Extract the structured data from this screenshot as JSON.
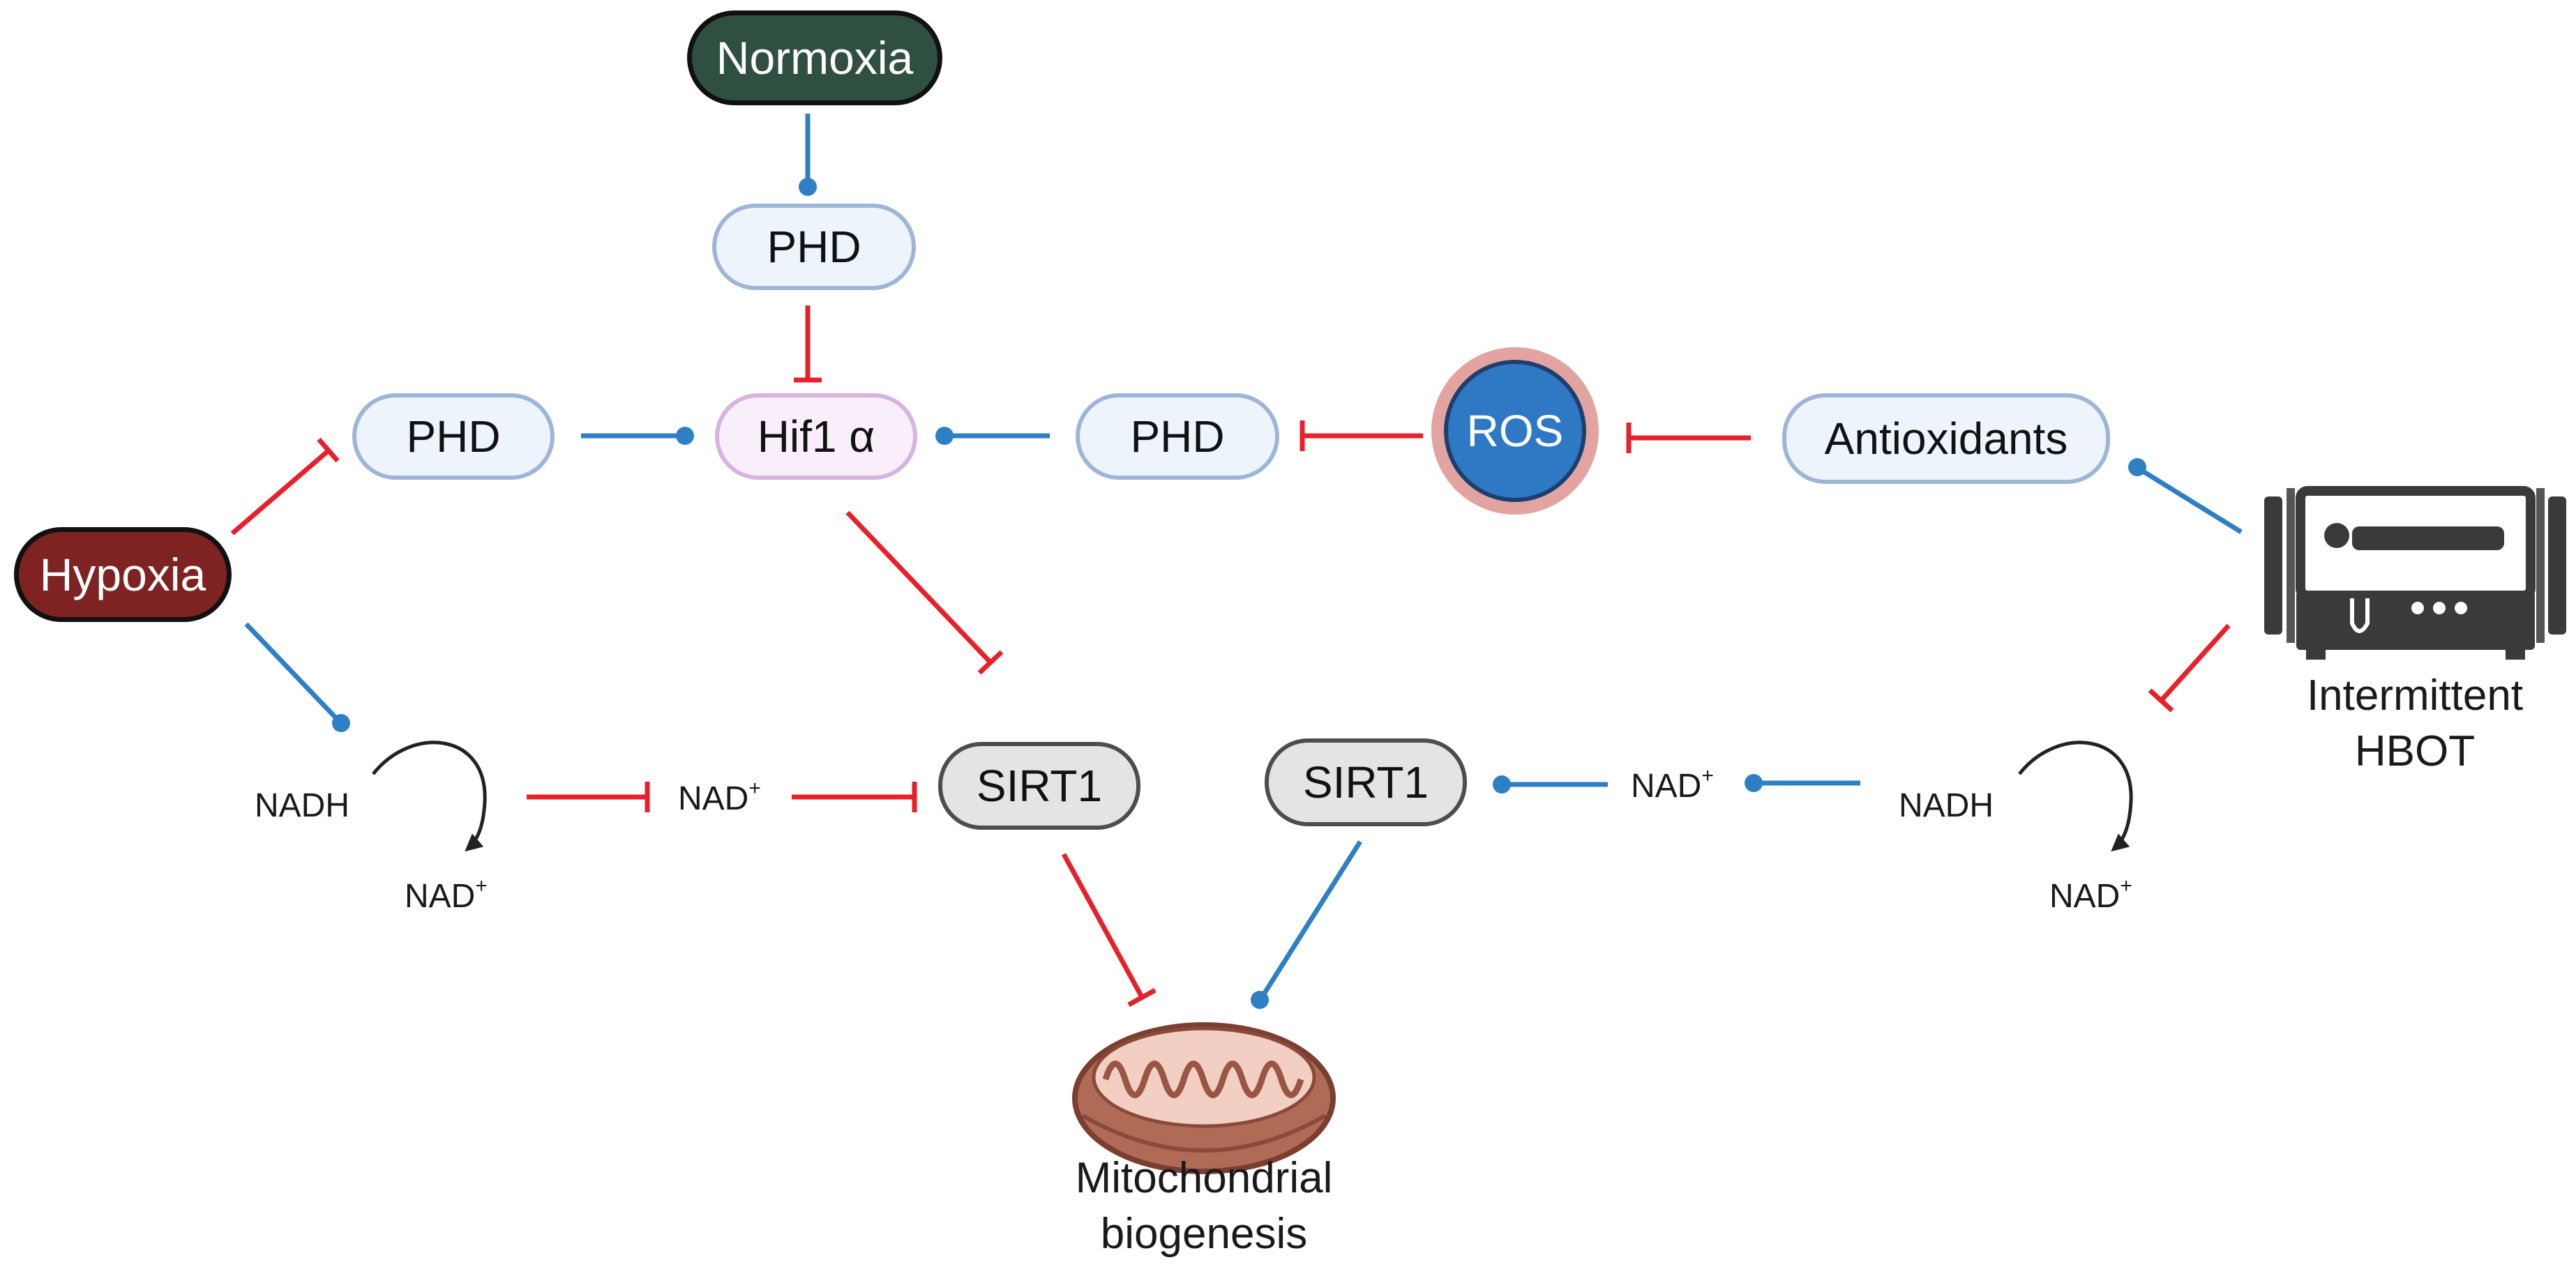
{
  "nodes": {
    "normoxia": "Normoxia",
    "phd_top": "PHD",
    "phd_left": "PHD",
    "hif1a": "Hif1 α",
    "phd_right": "PHD",
    "ros": "ROS",
    "antioxidants": "Antioxidants",
    "hypoxia": "Hypoxia",
    "sirt1_left": "SIRT1",
    "sirt1_right": "SIRT1"
  },
  "labels": {
    "nadh_left": "NADH",
    "nad_left_bottom": "NAD",
    "nad_left_mid": "NAD",
    "nad_right_mid": "NAD",
    "nadh_right": "NADH",
    "nad_right_bottom": "NAD",
    "plus": "+",
    "mito_line1": "Mitochondrial",
    "mito_line2": "biogenesis",
    "hbot_line1": "Intermittent",
    "hbot_line2": "HBOT"
  },
  "colors": {
    "activation": "#2f7fc4",
    "inhibition": "#e8202a"
  },
  "icons": [
    "hyperbaric-chamber-icon",
    "mitochondrion-icon",
    "cycle-arrow-icon"
  ]
}
